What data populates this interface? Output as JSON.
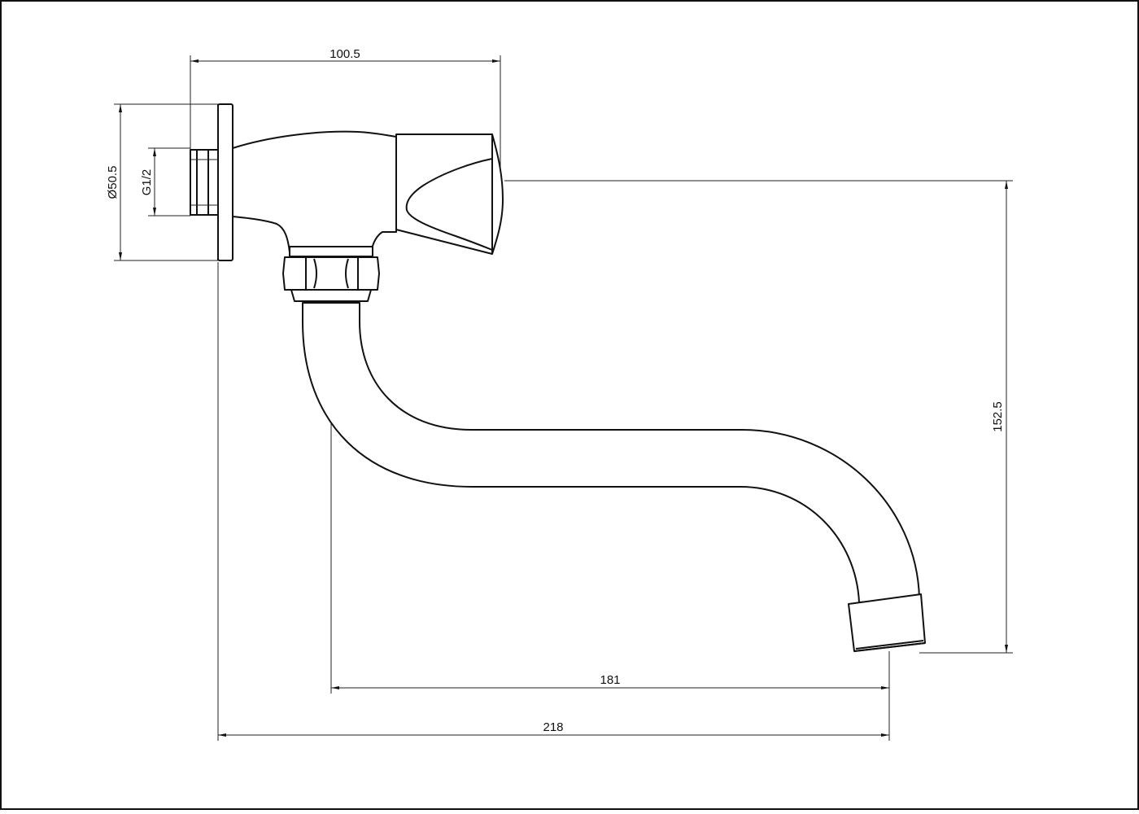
{
  "dimensions": {
    "overall_body_width": "100.5",
    "flange_diameter": "Ø50.5",
    "thread_size": "G1/2",
    "spout_height": "152.5",
    "spout_reach": "181",
    "overall_projection": "218"
  },
  "colors": {
    "line": "#111111",
    "background": "#ffffff"
  }
}
